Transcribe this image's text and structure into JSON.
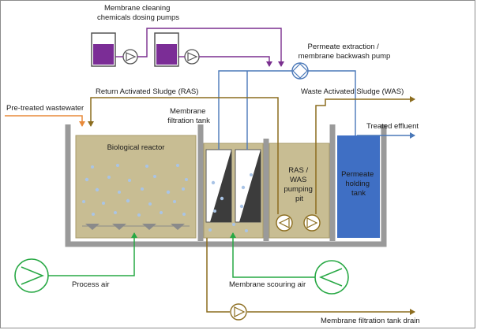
{
  "labels": {
    "dosing_pumps_line1": "Membrane cleaning",
    "dosing_pumps_line2": "chemicals dosing pumps",
    "permeate_pump_line1": "Permeate extraction /",
    "permeate_pump_line2": "membrane backwash pump",
    "ras": "Return Activated Sludge (RAS)",
    "was": "Waste Activated Sludge (WAS)",
    "pretreated": "Pre-treated wastewater",
    "membrane_tank_line1": "Membrane",
    "membrane_tank_line2": "filtration tank",
    "bio_reactor": "Biological reactor",
    "treated_effluent": "Treated effluent",
    "ras_was_pit_line1": "RAS /",
    "ras_was_pit_line2": "WAS",
    "ras_was_pit_line3": "pumping",
    "ras_was_pit_line4": "pit",
    "permeate_tank_line1": "Permeate",
    "permeate_tank_line2": "holding",
    "permeate_tank_line3": "tank",
    "process_air": "Process air",
    "scouring_air": "Membrane scouring air",
    "drain": "Membrane filtration tank drain"
  },
  "colors": {
    "sludge": "#c8bd93",
    "sludge_line": "#8c6d1f",
    "permeate_line": "#4a78b8",
    "chemical_line": "#7a2f8f",
    "chemical_fill": "#7b2d96",
    "air_line": "#27a844",
    "feed_line": "#e88a3a",
    "permeate_tank": "#3f6fc4",
    "tank_wall": "#9a9a9a",
    "bubble": "#a9c4e6"
  }
}
